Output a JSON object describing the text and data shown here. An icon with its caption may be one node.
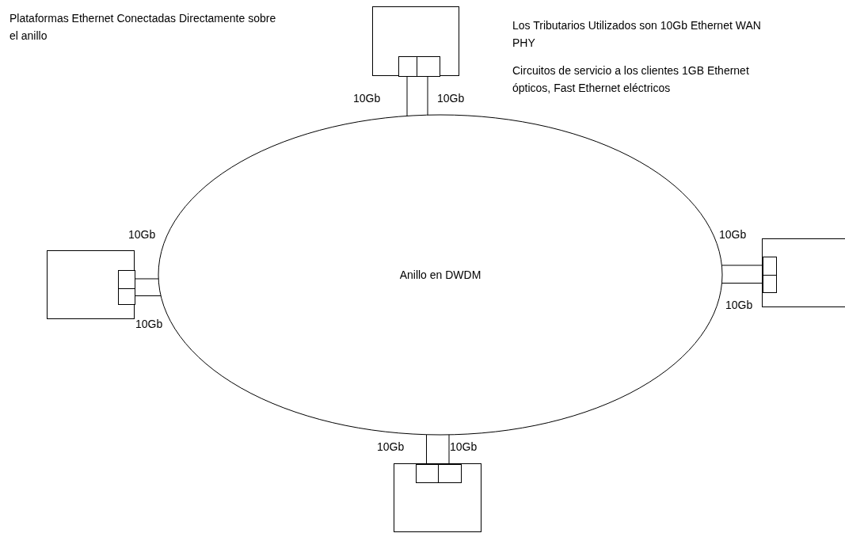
{
  "diagram": {
    "nodes": [
      {
        "text": [],
        "shape": "box"
      },
      {
        "text": [],
        "shape": "box",
        "in": 0
      },
      {
        "text": [],
        "shape": "box",
        "in": 0
      },
      {
        "text": [],
        "shape": "box"
      },
      {
        "text": [],
        "shape": "box",
        "in": 3
      },
      {
        "text": [],
        "shape": "box",
        "in": 3
      },
      {
        "text": [
          "Anillo en DWDM"
        ]
      },
      {
        "text": [],
        "shape": "box"
      },
      {
        "text": [],
        "shape": "box",
        "in": 7
      },
      {
        "text": [],
        "shape": "box",
        "in": 7
      },
      {
        "text": [],
        "shape": "box"
      },
      {
        "text": [],
        "shape": "box",
        "in": 10
      },
      {
        "text": [],
        "shape": "box",
        "in": 10
      }
    ],
    "edges": [
      {
        "from": 1,
        "to": 6,
        "arrow": "none",
        "label": "10Gb"
      },
      {
        "from": 2,
        "to": 6,
        "arrow": "none",
        "label": "10Gb"
      },
      {
        "from": 4,
        "to": 6,
        "arrow": "none",
        "label": "10Gb"
      },
      {
        "from": 5,
        "to": 6,
        "arrow": "none",
        "label": "10Gb"
      },
      {
        "from": 8,
        "to": 6,
        "arrow": "none",
        "label": "10Gb"
      },
      {
        "from": 9,
        "to": 6,
        "arrow": "none",
        "label": "10Gb"
      },
      {
        "from": 11,
        "to": 6,
        "arrow": "none",
        "label": "10Gb"
      },
      {
        "from": 12,
        "to": 6,
        "arrow": "none",
        "label": "10Gb"
      }
    ],
    "labels": [
      "Plataformas Ethernet Conectadas Directamente sobre el anillo",
      "Los Tributarios Utilizados son 10Gb Ethernet WAN PHY",
      "Circuitos de servicio a los clientes 1GB Ethernet ópticos, Fast Ethernet eléctricos"
    ]
  }
}
